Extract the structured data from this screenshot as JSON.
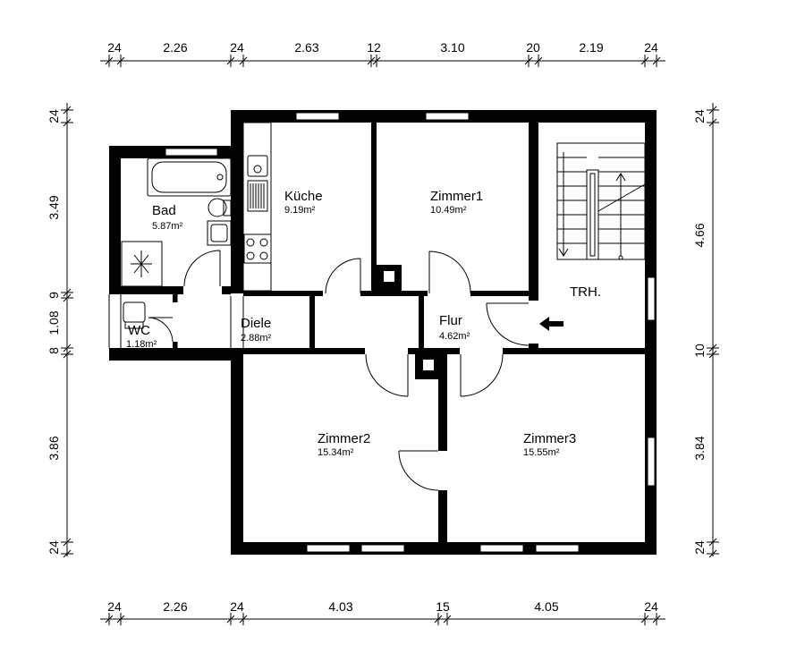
{
  "plan": {
    "rooms": [
      {
        "id": "bad",
        "name": "Bad",
        "area": "5.87m²"
      },
      {
        "id": "kueche",
        "name": "Küche",
        "area": "9.19m²"
      },
      {
        "id": "zimmer1",
        "name": "Zimmer1",
        "area": "10.49m²"
      },
      {
        "id": "trh",
        "name": "TRH.",
        "area": ""
      },
      {
        "id": "wc",
        "name": "WC",
        "area": "1.18m²"
      },
      {
        "id": "diele",
        "name": "Diele",
        "area": "2.88m²"
      },
      {
        "id": "flur",
        "name": "Flur",
        "area": "4.62m²"
      },
      {
        "id": "zimmer2",
        "name": "Zimmer2",
        "area": "15.34m²"
      },
      {
        "id": "zimmer3",
        "name": "Zimmer3",
        "area": "15.55m²"
      }
    ],
    "dimensions": {
      "top": [
        "24",
        "2.26",
        "24",
        "2.63",
        "12",
        "3.10",
        "20",
        "2.19",
        "24"
      ],
      "bottom": [
        "24",
        "2.26",
        "24",
        "4.03",
        "15",
        "4.05",
        "24"
      ],
      "left": [
        "24",
        "3.49",
        "9",
        "1.08",
        "8",
        "3.86",
        "24"
      ],
      "right": [
        "24",
        "4.66",
        "10",
        "3.84",
        "24"
      ]
    }
  }
}
